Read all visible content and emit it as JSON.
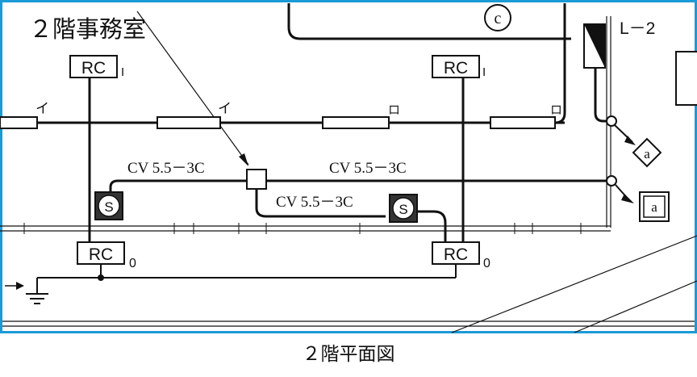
{
  "title": "２階事務室",
  "caption": "２階平面図",
  "panel_label": "L－2",
  "circle_label": "c",
  "rc_label": "RC",
  "rc_suffix_upper": "I",
  "rc_suffix_lower": "0",
  "switch_label": "S",
  "fixture_mark_i": "イ",
  "fixture_mark_ro": "ロ",
  "cable_labels": [
    "CV 5.5－3C",
    "CV 5.5－3C",
    "CV 5.5－3C"
  ],
  "node_label": "a",
  "colors": {
    "frame": "#1a9ad6",
    "line": "#111111"
  },
  "icons": [
    "ground-icon",
    "arrow-icon",
    "switch-icon",
    "panel-icon"
  ]
}
